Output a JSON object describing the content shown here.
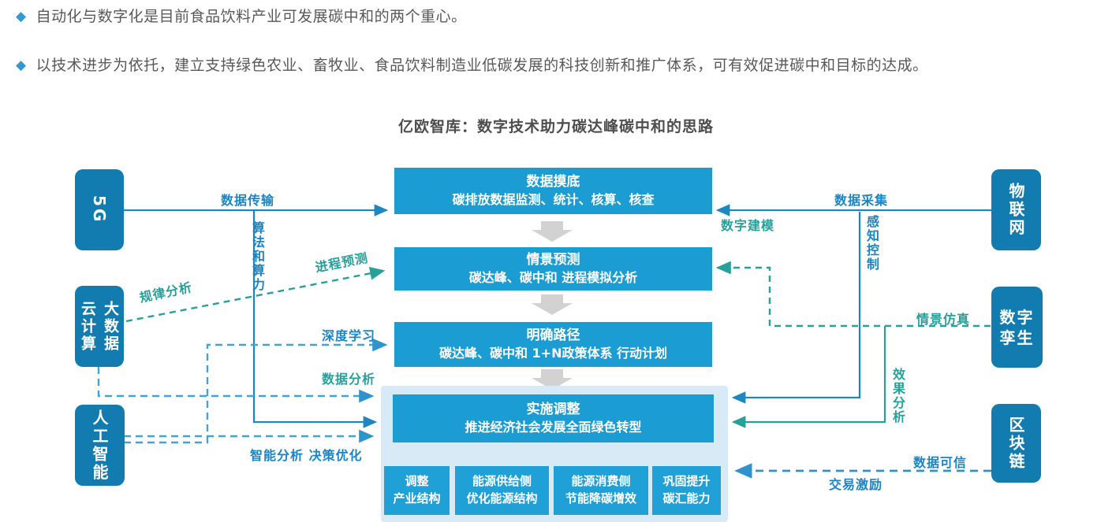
{
  "bullets": [
    {
      "marker": "◆",
      "text": "自动化与数字化是目前食品饮料产业可发展碳中和的两个重心。"
    },
    {
      "marker": "◆",
      "text": "以技术进步为依托，建立支持绿色农业、畜牧业、食品饮料制造业低碳发展的科技创新和推广体系，可有效促进碳中和目标的达成。"
    }
  ],
  "diagram": {
    "title": "亿欧智库：数字技术助力碳达峰碳中和的思路",
    "left_nodes": {
      "five_g": {
        "label": "5G"
      },
      "bigdata_cloud": {
        "col_left": "云计算",
        "col_right": "大数据"
      },
      "ai": {
        "label": "人工智能"
      }
    },
    "right_nodes": {
      "iot": {
        "label": "物联网"
      },
      "digital_twin": {
        "line1": "数字",
        "line2": "孪生"
      },
      "blockchain": {
        "label": "区块链"
      }
    },
    "steps": [
      {
        "title": "数据摸底",
        "subtitle": "碳排放数据监测、统计、核算、核查"
      },
      {
        "title": "情景预测",
        "subtitle": "碳达峰、碳中和 进程模拟分析"
      },
      {
        "title": "明确路径",
        "subtitle": "碳达峰、碳中和 1+N政策体系 行动计划"
      },
      {
        "title": "实施调整",
        "subtitle": "推进经济社会发展全面绿色转型"
      }
    ],
    "measures": [
      {
        "line1": "调整",
        "line2": "产业结构"
      },
      {
        "line1": "能源供给侧",
        "line2": "优化能源结构"
      },
      {
        "line1": "能源消费侧",
        "line2": "节能降碳增效"
      },
      {
        "line1": "巩固提升",
        "line2": "碳汇能力"
      }
    ],
    "edge_labels": {
      "data_transfer": "数据传输",
      "algorithm_power": "算法和算力",
      "pattern_analysis": "规律分析",
      "process_forecast": "进程预测",
      "deep_learning": "深度学习",
      "data_analysis": "数据分析",
      "smart_decision": "智能分析 决策优化",
      "data_collection": "数据采集",
      "sense_control": "感知控制",
      "digital_modeling": "数字建模",
      "scenario_simulation": "情景仿真",
      "effect_analysis": "效果分析",
      "data_trust": "数据可信",
      "trade_incentive": "交易激励"
    },
    "colors": {
      "side_node": "#127cb0",
      "step_box": "#1b9dd4",
      "sub_box": "#1fa0d6",
      "panel_bg": "#d7eaf5",
      "solid_blue_line": "#1e86c0",
      "dashed_blue_line": "#44a3d6",
      "teal_line": "#27a099",
      "label_blue": "#1b84c4",
      "label_teal": "#27a099",
      "gray_arrow": "#d2d2d2",
      "bullet_diamond": "#2e9bd5",
      "body_text": "#595959"
    }
  }
}
